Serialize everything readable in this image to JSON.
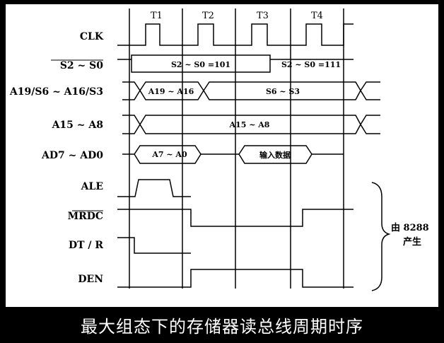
{
  "caption": "最大组态下的存储器读总线周期时序",
  "periods": [
    "T1",
    "T2",
    "T3",
    "T4"
  ],
  "signals": {
    "clk": "CLK",
    "status": "S2 ~ S0",
    "addr_status": "A19/S6 ~ A16/S3",
    "addr_mid": "A15 ~ A8",
    "addr_data": "AD7 ~ AD0",
    "ale": "ALE",
    "mrdc": "MRDC",
    "dtr": "DT / R",
    "den": "DEN"
  },
  "segments": {
    "status_t1": "S2 ~ S0 =101",
    "status_t4": "S2 ~ S0 =111",
    "addr_high": "A19 ~ A16",
    "status_bits": "S6 ~ S3",
    "addr_mid": "A15 ~ A8",
    "addr_low": "A7 ~ A0",
    "input_data": "输入数据"
  },
  "brace_note": {
    "line1": "由 8288",
    "line2": "产生"
  }
}
